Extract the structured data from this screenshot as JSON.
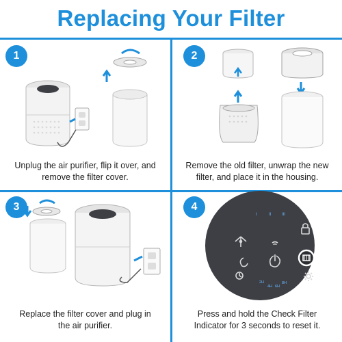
{
  "title": "Replacing Your Filter",
  "steps": [
    {
      "number": "1",
      "caption_line1": "Unplug the air purifier, flip it over, and",
      "caption_line2": "remove the filter cover."
    },
    {
      "number": "2",
      "caption_line1": "Remove the old filter, unwrap the new",
      "caption_line2": "filter, and place it in the housing."
    },
    {
      "number": "3",
      "caption_line1": "Replace the filter cover and plug in",
      "caption_line2": "the air purifier."
    },
    {
      "number": "4",
      "caption_line1": "Press and hold the Check Filter",
      "caption_line2": "Indicator for 3 seconds to reset it."
    }
  ],
  "control_panel": {
    "speed_marks": [
      "I",
      "II",
      "III"
    ],
    "timer_labels": [
      "2H",
      "4H",
      "6H",
      "8H"
    ]
  },
  "colors": {
    "accent": "#1d8fdb",
    "panel_dark": "#3d3f44",
    "arrow": "#1d8fdb"
  }
}
